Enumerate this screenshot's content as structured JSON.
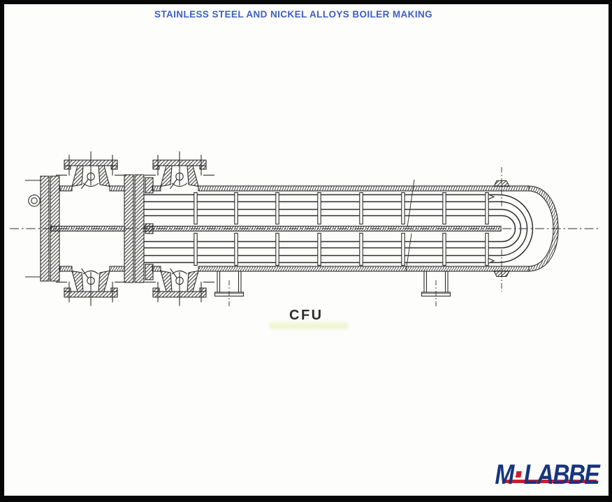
{
  "header": {
    "title": "STAINLESS STEEL AND NICKEL ALLOYS BOILER MAKING",
    "title_color": "#3d5ec3"
  },
  "drawing": {
    "caption": "CFU"
  },
  "logo": {
    "prefix": "M",
    "suffix": "LABBE",
    "navy_color": "#17357d",
    "red_color": "#c8202f"
  }
}
